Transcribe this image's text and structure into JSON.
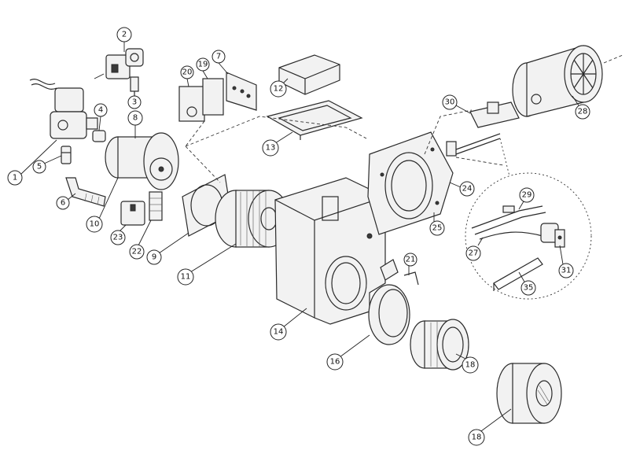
{
  "callouts": {
    "c1": "1",
    "c2": "2",
    "c3": "3",
    "c4": "4",
    "c5": "5",
    "c6": "6",
    "c7": "7",
    "c8": "8",
    "c9": "9",
    "c10": "10",
    "c11": "11",
    "c12": "12",
    "c13": "13",
    "c14": "14",
    "c16": "16",
    "c18a": "18",
    "c18b": "18",
    "c19": "19",
    "c20": "20",
    "c21": "21",
    "c22": "22",
    "c23": "23",
    "c24": "24",
    "c25": "25",
    "c27": "27",
    "c28": "28",
    "c29": "29",
    "c30": "30",
    "c31": "31",
    "c35": "35"
  }
}
